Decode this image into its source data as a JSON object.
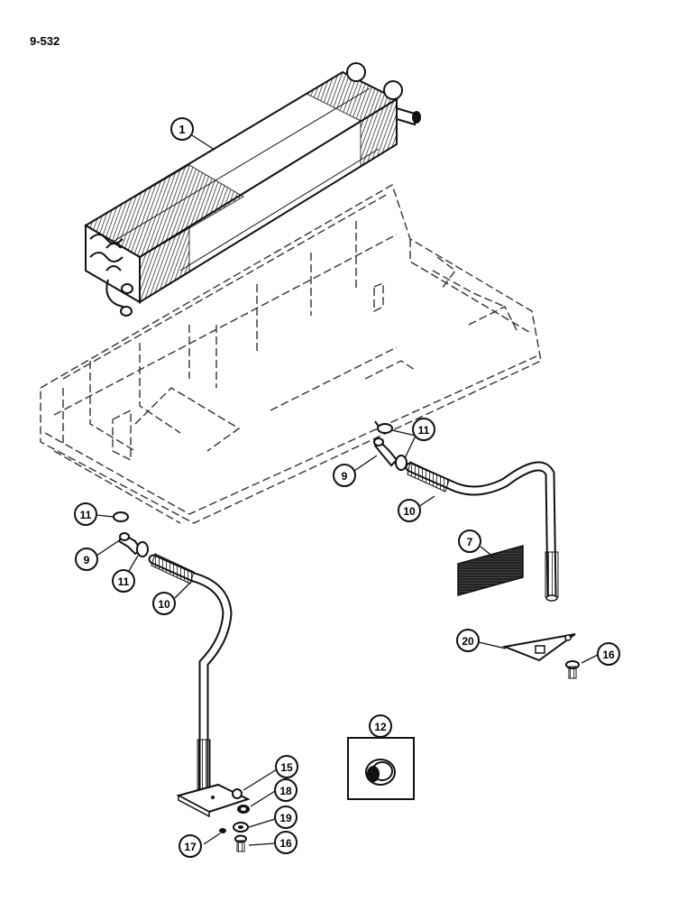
{
  "page": {
    "number": "9-532"
  },
  "callouts": {
    "c1": "1",
    "c7": "7",
    "c9a": "9",
    "c9b": "9",
    "c10a": "10",
    "c10b": "10",
    "c11a": "11",
    "c11b": "11",
    "c11c": "11",
    "c12": "12",
    "c15": "15",
    "c16a": "16",
    "c16b": "16",
    "c17": "17",
    "c18": "18",
    "c19": "19",
    "c20": "20"
  },
  "colors": {
    "ink": "#111111",
    "paper": "#ffffff"
  }
}
